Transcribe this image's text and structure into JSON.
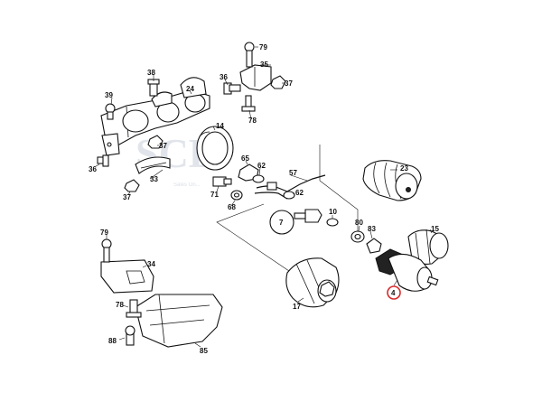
{
  "watermark": {
    "logo_text": "SCL",
    "subtitle": "Sales On..."
  },
  "highlight_color": "#d62b2b",
  "callouts": {
    "c79a": "79",
    "c35": "35",
    "c37a": "37",
    "c38": "38",
    "c36a": "36",
    "c24": "24",
    "c39": "39",
    "c78a": "78",
    "c37b": "37",
    "c14": "14",
    "c36b": "36",
    "c33": "33",
    "c37c": "37",
    "c65": "65",
    "c62a": "62",
    "c57": "57",
    "c62b": "62",
    "c23": "23",
    "c71": "71",
    "c68": "68",
    "c7": "7",
    "c10": "10",
    "c80": "80",
    "c83": "83",
    "c15": "15",
    "c79b": "79",
    "c34": "34",
    "c4": "4",
    "c17": "17",
    "c78b": "78",
    "c88": "88",
    "c85": "85"
  },
  "highlighted_part": "4"
}
